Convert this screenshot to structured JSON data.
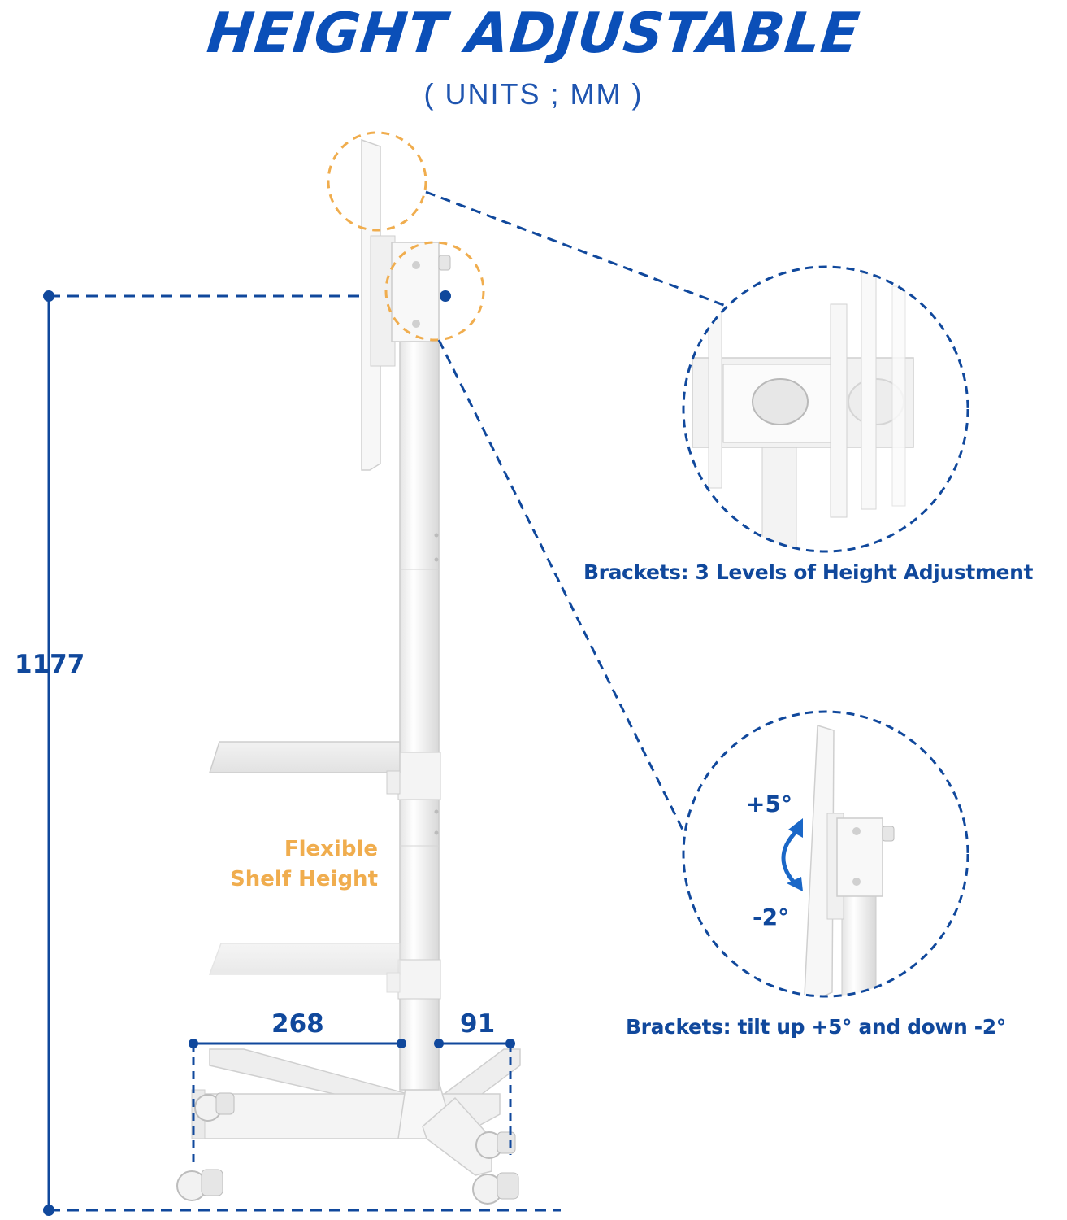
{
  "header": {
    "title": "HEIGHT ADJUSTABLE",
    "units": "( UNITS ; MM )"
  },
  "dimensions": {
    "height": "1177",
    "base_length": "268",
    "base_width": "91"
  },
  "labels": {
    "shelf": "Flexible\nShelf Height",
    "bracket_levels": "Brackets: 3 Levels of Height Adjustment",
    "tilt_up": "+5°",
    "tilt_down": "-2°",
    "bracket_tilt": "Brackets: tilt up +5° and down -2°"
  },
  "colors": {
    "accent_blue": "#0b4fb8",
    "dimension_blue": "#10489c",
    "highlight_orange": "#f0ad4e",
    "product_white": "#f6f6f6"
  }
}
